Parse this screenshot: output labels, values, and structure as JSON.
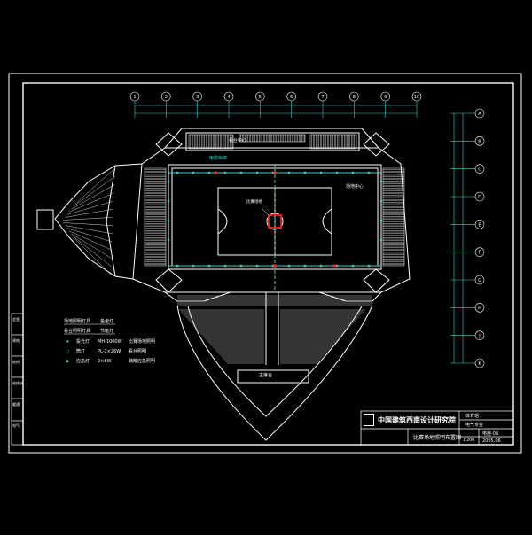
{
  "drawing": {
    "colors": {
      "background": "#000000",
      "line": "#ffffff",
      "dim": "#3fd0c8",
      "seat": "#e8e8e8",
      "highlight": "#ff2020",
      "court": "#ffffff"
    },
    "grid_top": [
      "1",
      "2",
      "3",
      "4",
      "5",
      "6",
      "7",
      "8",
      "9",
      "10"
    ],
    "grid_right": [
      "A",
      "B",
      "C",
      "D",
      "E",
      "F",
      "G",
      "H",
      "J",
      "K"
    ],
    "court_label": "比赛场地",
    "court_note": "场地中心",
    "side_note": "看台中心",
    "cable_note": "电缆桥架",
    "south_label": "主席台",
    "legend": {
      "header1": "场地照明灯具",
      "header1_val": "金卤灯",
      "header2": "看台照明灯具",
      "header2_val": "节能灯",
      "row1_sym": "★",
      "row1_name": "投光灯",
      "row1_spec": "MH-1000W",
      "row1_desc": "比赛场地照明",
      "row2_sym": "○",
      "row2_name": "筒灯",
      "row2_spec": "PL-2×26W",
      "row2_desc": "看台照明",
      "row3_sym": "◆",
      "row3_name": "应急灯",
      "row3_spec": "2×8W",
      "row3_desc": "疏散应急照明"
    },
    "title_block": {
      "institute": "中国建筑西南设计研究院",
      "project": "体育馆",
      "drawing_title": "比赛场地照明布置图",
      "subproject": "电气专业",
      "scale": "1:200",
      "sheet": "电施-08",
      "date": "2005.06"
    },
    "left_strip": [
      "会签",
      "建筑",
      "结构",
      "给排水",
      "暖通",
      "电气"
    ]
  }
}
